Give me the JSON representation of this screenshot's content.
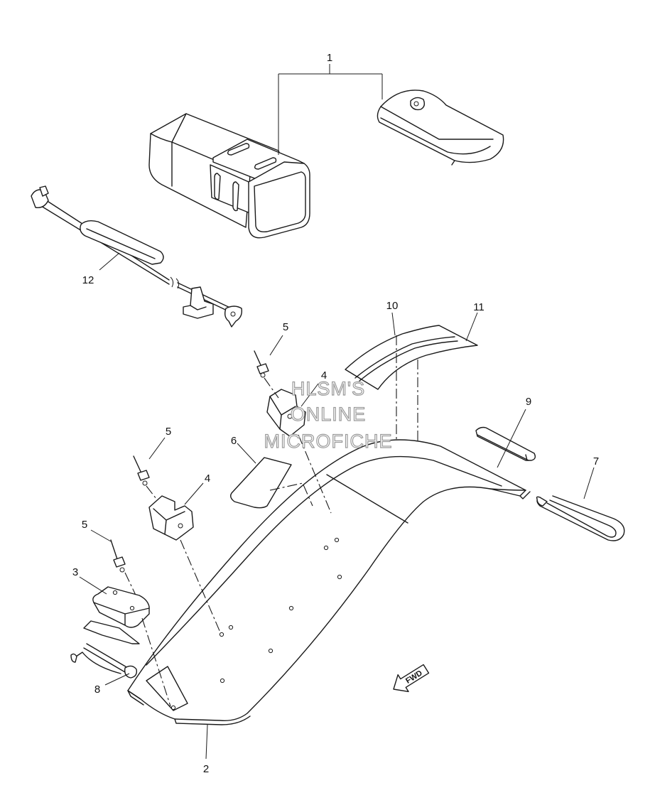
{
  "callouts": {
    "c1": "1",
    "c2": "2",
    "c3": "3",
    "c4a": "4",
    "c4b": "4",
    "c5a": "5",
    "c5b": "5",
    "c5c": "5",
    "c6": "6",
    "c7": "7",
    "c8": "8",
    "c9": "9",
    "c10": "10",
    "c11": "11",
    "c12": "12"
  },
  "watermark": {
    "line1": "HLSM'S",
    "line2": "ONLINE",
    "line3": "MICROFICHE"
  },
  "direction_arrow": {
    "label": "FWD"
  }
}
